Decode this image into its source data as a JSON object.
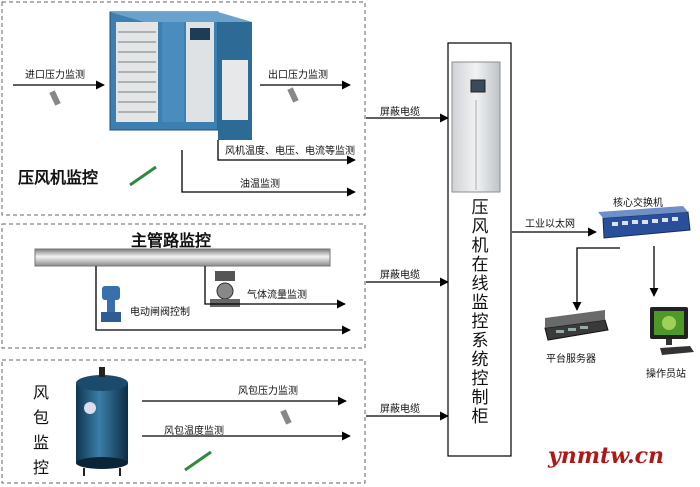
{
  "sections": {
    "compressor": {
      "title": "压风机监控"
    },
    "main_pipe": {
      "title": "主管路监控"
    },
    "air_tank": {
      "title_chars": [
        "风",
        "包",
        "监",
        "控"
      ]
    }
  },
  "labels": {
    "inlet_pressure": "进口压力监测",
    "outlet_pressure": "出口压力监测",
    "fan_temp": "风机温度、电压、电流等监测",
    "oil_temp": "油温监测",
    "gas_flow": "气体流量监测",
    "valve_control": "电动闸阀控制",
    "tank_pressure": "风包压力监测",
    "tank_temp": "风包温度监测",
    "shield_cable": "屏蔽电缆",
    "industrial_ethernet": "工业以太网",
    "core_switch": "核心交换机",
    "server": "平台服务器",
    "operator": "操作员站"
  },
  "cabinet": {
    "chars": [
      "压",
      "风",
      "机",
      "在",
      "线",
      "监",
      "控",
      "系",
      "统",
      "控",
      "制",
      "柜"
    ]
  },
  "watermark": "ynmtw.cn",
  "colors": {
    "line": "#000000",
    "dash": "#666666",
    "watermark": "#b01818"
  }
}
